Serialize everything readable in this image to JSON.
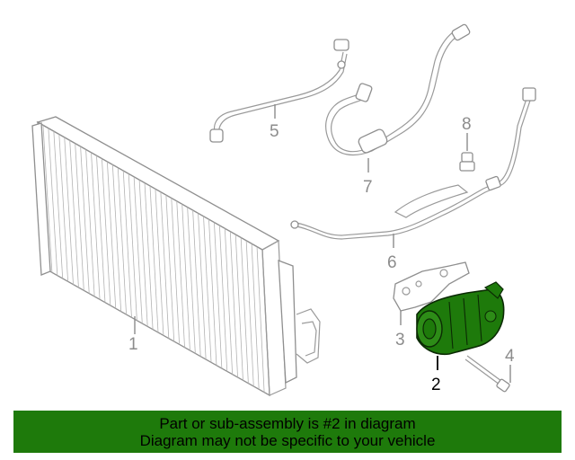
{
  "diagram": {
    "callouts": [
      {
        "id": "1",
        "label": "1"
      },
      {
        "id": "2",
        "label": "2"
      },
      {
        "id": "3",
        "label": "3"
      },
      {
        "id": "4",
        "label": "4"
      },
      {
        "id": "5",
        "label": "5"
      },
      {
        "id": "6",
        "label": "6"
      },
      {
        "id": "7",
        "label": "7"
      },
      {
        "id": "8",
        "label": "8"
      }
    ],
    "highlighted_part": "2",
    "highlight_color": "#1e7a0b",
    "line_color": "#9a9a9a"
  },
  "banner": {
    "line1": "Part or sub-assembly is #2 in diagram",
    "line2": "Diagram may not be specific to your vehicle",
    "background": "#1e7a0b"
  }
}
